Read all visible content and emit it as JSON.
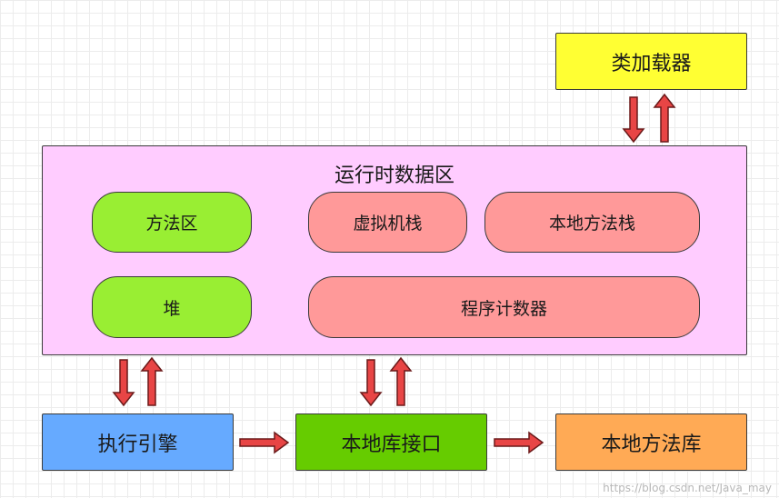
{
  "colors": {
    "yellow": "#ffff33",
    "pink": "#ffccff",
    "green": "#99ee33",
    "salmon": "#ff9999",
    "blue": "#66aaff",
    "dark_green": "#66cc00",
    "orange": "#ffaa55",
    "arrow_fill": "#e84545",
    "arrow_stroke": "#6b1a1a"
  },
  "class_loader": {
    "label": "类加载器"
  },
  "runtime_area": {
    "title": "运行时数据区",
    "method_area": "方法区",
    "vm_stack": "虚拟机栈",
    "native_method_stack": "本地方法栈",
    "heap": "堆",
    "program_counter": "程序计数器"
  },
  "execution_engine": {
    "label": "执行引擎"
  },
  "native_interface": {
    "label": "本地库接口"
  },
  "native_library": {
    "label": "本地方法库"
  },
  "watermark": "https://blog.csdn.net/Java_may"
}
